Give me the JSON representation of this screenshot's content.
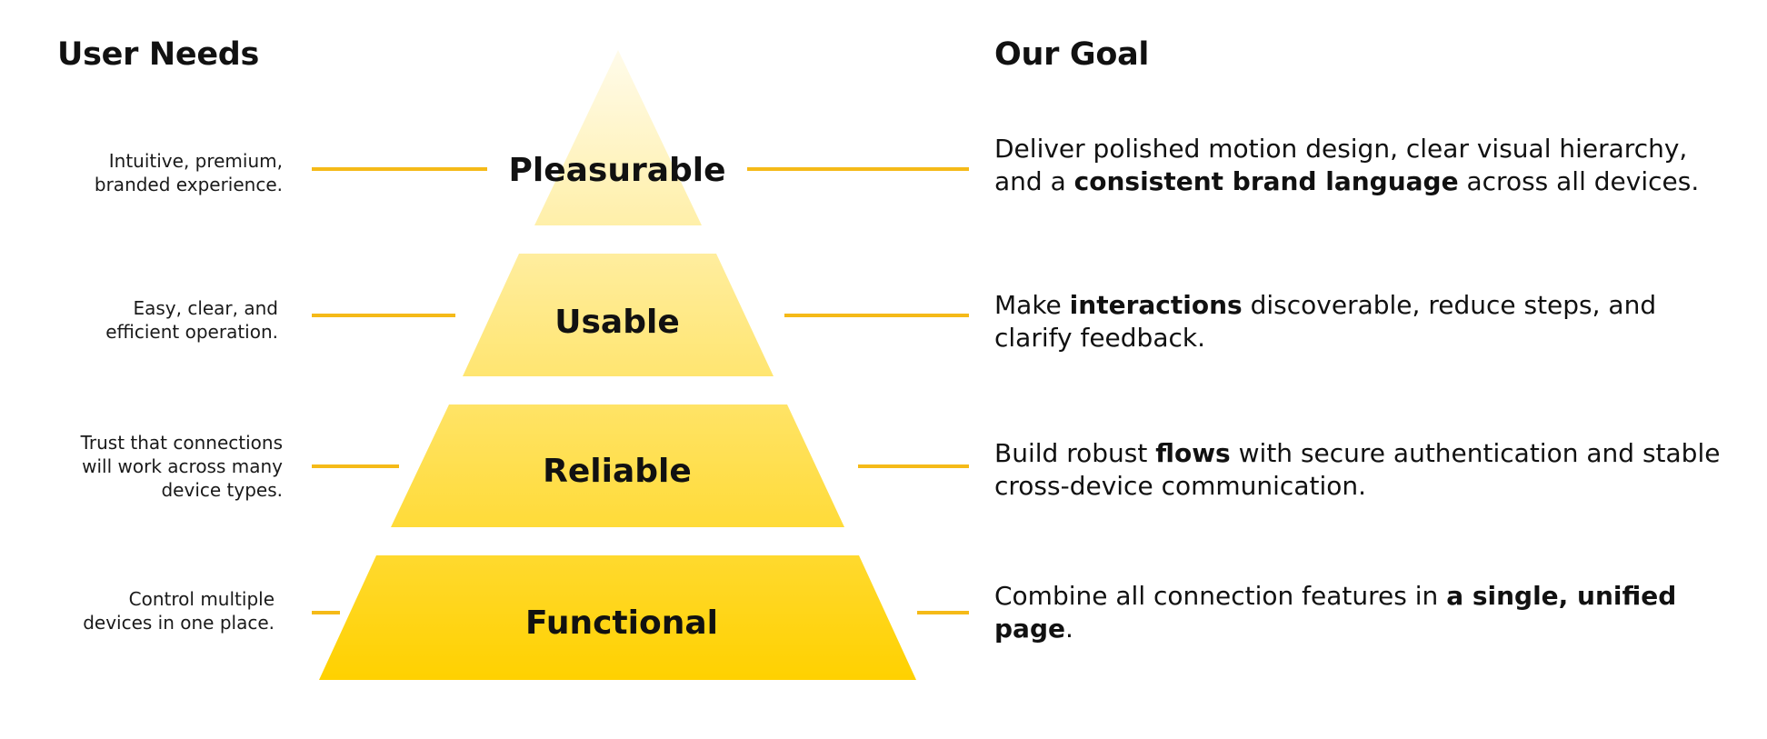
{
  "headings": {
    "user_needs": "User Needs",
    "our_goal": "Our Goal"
  },
  "colors": {
    "accent_line": "#F5BA18",
    "level_top": "#FFFBEA",
    "level_bottom": "#FFD100"
  },
  "levels": [
    {
      "label": "Pleasurable",
      "need": [
        "Intuitive, premium,",
        "branded experience."
      ],
      "goal": [
        {
          "text": "Deliver polished motion design, clear visual hierarchy, and a ",
          "bold": false
        },
        {
          "text": "consistent brand language",
          "bold": true
        },
        {
          "text": " across all devices.",
          "bold": false
        }
      ]
    },
    {
      "label": "Usable",
      "need": [
        "Easy, clear, and",
        "efficient operation."
      ],
      "goal": [
        {
          "text": "Make ",
          "bold": false
        },
        {
          "text": "interactions",
          "bold": true
        },
        {
          "text": " discoverable, reduce steps, and clarify feedback.",
          "bold": false
        }
      ]
    },
    {
      "label": "Reliable",
      "need": [
        "Trust that connections",
        "will work across many",
        "device types."
      ],
      "goal": [
        {
          "text": "Build robust ",
          "bold": false
        },
        {
          "text": "flows",
          "bold": true
        },
        {
          "text": " with secure authentication and stable cross-device communication.",
          "bold": false
        }
      ]
    },
    {
      "label": "Functional",
      "need": [
        "Control multiple",
        "devices in one place."
      ],
      "goal": [
        {
          "text": "Combine all connection features in ",
          "bold": false
        },
        {
          "text": "a single, unified page",
          "bold": true
        },
        {
          "text": ".",
          "bold": false
        }
      ]
    }
  ]
}
